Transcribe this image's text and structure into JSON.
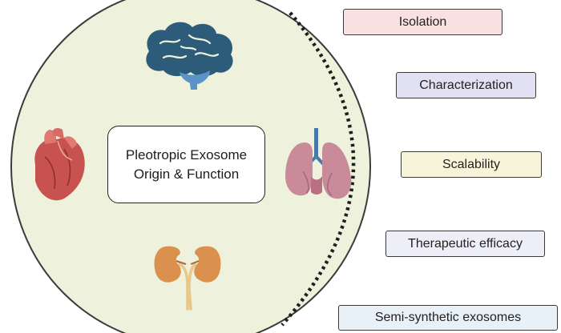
{
  "center": {
    "line1": "Pleotropic Exosome",
    "line2": "Origin & Function"
  },
  "challenges": [
    {
      "label": "Isolation",
      "color": "#f9e1e1"
    },
    {
      "label": "Characterization",
      "color": "#e2e1f4"
    },
    {
      "label": "Scalability",
      "color": "#f7f4d9"
    },
    {
      "label": "Therapeutic efficacy",
      "color": "#eeeef8"
    },
    {
      "label": "Semi-synthetic exosomes",
      "color": "#e9f1f8"
    }
  ],
  "organs": [
    {
      "name": "brain",
      "icon": "brain-icon"
    },
    {
      "name": "heart",
      "icon": "heart-icon"
    },
    {
      "name": "lungs",
      "icon": "lungs-icon"
    },
    {
      "name": "kidneys",
      "icon": "kidneys-icon"
    }
  ],
  "colors": {
    "circle_fill": "#eef2dc",
    "circle_stroke": "#3b3b3b",
    "brain": "#2d5b7a",
    "brainstem": "#5a93c6",
    "heart": "#c85250",
    "lungs": "#c98b99",
    "kidneys": "#d9914d"
  }
}
